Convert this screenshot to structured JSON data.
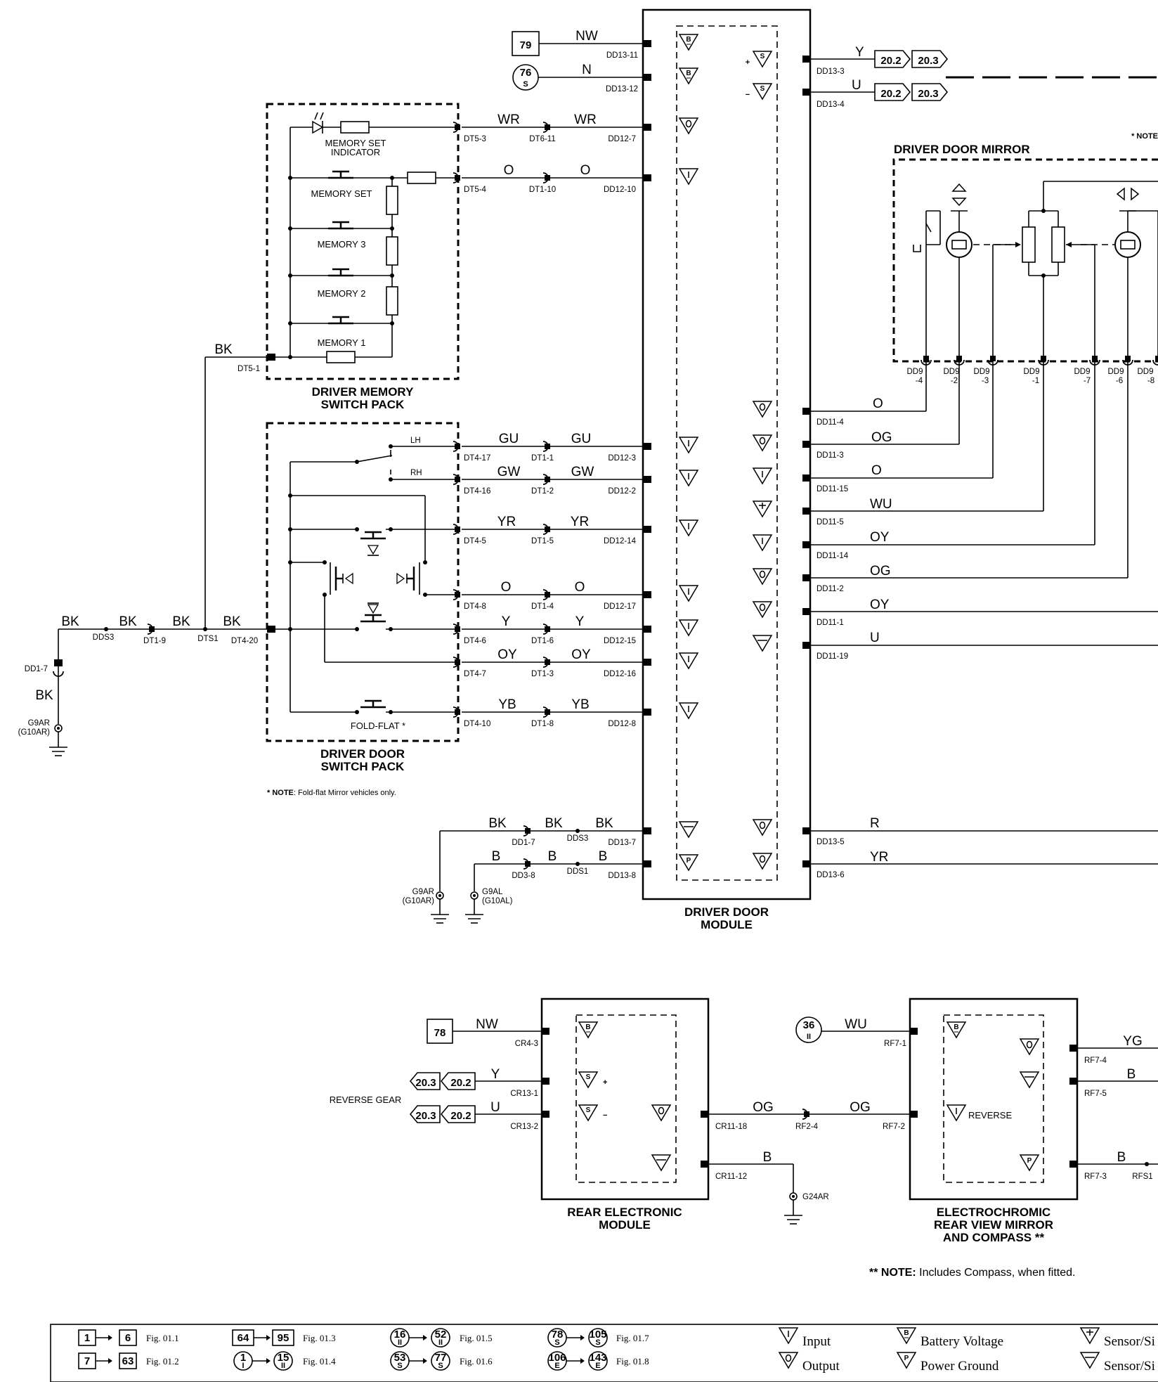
{
  "module_labels": {
    "ddm": [
      "DRIVER DOOR",
      "MODULE"
    ],
    "mem_pack": [
      "DRIVER MEMORY",
      "SWITCH PACK"
    ],
    "door_pack": [
      "DRIVER DOOR",
      "SWITCH PACK"
    ],
    "mirror": "DRIVER DOOR MIRROR",
    "rem": [
      "REAR ELECTRONIC",
      "MODULE"
    ],
    "rvm": [
      "ELECTROCHROMIC",
      "REAR VIEW MIRROR",
      "AND COMPASS **"
    ]
  },
  "mem_switch": {
    "indicator": [
      "MEMORY SET",
      "INDICATOR"
    ],
    "set": "MEMORY SET",
    "m3": "MEMORY 3",
    "m2": "MEMORY 2",
    "m1": "MEMORY 1"
  },
  "door_switch": {
    "lh": "LH",
    "rh": "RH",
    "fold": "FOLD-FLAT *"
  },
  "notes": {
    "fold_note_bold": "* NOTE",
    "fold_note_rest": ": Fold-flat Mirror vehicles only.",
    "compass_note_bold": "** NOTE:",
    "compass_note_rest": " Includes Compass, when fitted.",
    "top_right_note": "* NOTE",
    "reverse_gear": "REVERSE GEAR",
    "reverse": "REVERSE"
  },
  "refs": {
    "r79": "79",
    "r76": "76",
    "r76s": "S",
    "r78": "78",
    "r36": "36",
    "r36s": "II",
    "r202": "20.2",
    "r203": "20.3"
  },
  "ddm_left_wires": [
    {
      "id": "nw",
      "wire": "NW",
      "pin": "DD13-11"
    },
    {
      "id": "n",
      "wire": "N",
      "pin": "DD13-12"
    },
    {
      "id": "wr",
      "wire_a": "WR",
      "wire_b": "WR",
      "pin_a": "DT5-3",
      "pin_b": "DT6-11",
      "pin": "DD12-7"
    },
    {
      "id": "o1",
      "wire_a": "O",
      "wire_b": "O",
      "pin_a": "DT5-4",
      "pin_b": "DT1-10",
      "pin": "DD12-10"
    },
    {
      "id": "gu",
      "wire_a": "GU",
      "wire_b": "GU",
      "pin_a": "DT4-17",
      "pin_b": "DT1-1",
      "pin": "DD12-3"
    },
    {
      "id": "gw",
      "wire_a": "GW",
      "wire_b": "GW",
      "pin_a": "DT4-16",
      "pin_b": "DT1-2",
      "pin": "DD12-2"
    },
    {
      "id": "yr",
      "wire_a": "YR",
      "wire_b": "YR",
      "pin_a": "DT4-5",
      "pin_b": "DT1-5",
      "pin": "DD12-14"
    },
    {
      "id": "o2",
      "wire_a": "O",
      "wire_b": "O",
      "pin_a": "DT4-8",
      "pin_b": "DT1-4",
      "pin": "DD12-17"
    },
    {
      "id": "y",
      "wire_a": "Y",
      "wire_b": "Y",
      "pin_a": "DT4-6",
      "pin_b": "DT1-6",
      "pin": "DD12-15"
    },
    {
      "id": "oy",
      "wire_a": "OY",
      "wire_b": "OY",
      "pin_a": "DT4-7",
      "pin_b": "DT1-3",
      "pin": "DD12-16"
    },
    {
      "id": "yb",
      "wire_a": "YB",
      "wire_b": "YB",
      "pin_a": "DT4-10",
      "pin_b": "DT1-8",
      "pin": "DD12-8"
    }
  ],
  "ground_left": {
    "bk": "BK",
    "dds3": "DDS3",
    "dt19": "DT1-9",
    "dts1": "DTS1",
    "dt420": "DT4-20",
    "dt51": "DT5-1",
    "dd17": "DD1-7",
    "g9ar": "G9AR",
    "g10ar": "(G10AR)"
  },
  "ddm_bottom": {
    "bk": "BK",
    "b": "B",
    "dd17": "DD1-7",
    "dds3": "DDS3",
    "dd137": "DD13-7",
    "dd38": "DD3-8",
    "dds1": "DDS1",
    "dd138": "DD13-8",
    "g9ar": "G9AR",
    "g10ar": "(G10AR)",
    "g9al": "G9AL",
    "g10al": "(G10AL)"
  },
  "ddm_right_top": [
    {
      "wire": "Y",
      "pin": "DD13-3"
    },
    {
      "wire": "U",
      "pin": "DD13-4"
    }
  ],
  "ddm_right": [
    {
      "wire": "O",
      "pin": "DD11-4"
    },
    {
      "wire": "OG",
      "pin": "DD11-3"
    },
    {
      "wire": "O",
      "pin": "DD11-15"
    },
    {
      "wire": "WU",
      "pin": "DD11-5"
    },
    {
      "wire": "OY",
      "pin": "DD11-14"
    },
    {
      "wire": "OG",
      "pin": "DD11-2"
    },
    {
      "wire": "OY",
      "pin": "DD11-1"
    },
    {
      "wire": "U",
      "pin": "DD11-19"
    },
    {
      "wire": "R",
      "pin": "DD13-5"
    },
    {
      "wire": "YR",
      "pin": "DD13-6"
    }
  ],
  "mirror_pins": [
    {
      "a": "DD9",
      "b": "-4"
    },
    {
      "a": "DD9",
      "b": "-2"
    },
    {
      "a": "DD9",
      "b": "-3"
    },
    {
      "a": "DD9",
      "b": "-1"
    },
    {
      "a": "DD9",
      "b": "-7"
    },
    {
      "a": "DD9",
      "b": "-6"
    },
    {
      "a": "DD9",
      "b": "-8"
    }
  ],
  "rem": {
    "nw": "NW",
    "cr43": "CR4-3",
    "y": "Y",
    "cr131": "CR13-1",
    "u": "U",
    "cr132": "CR13-2",
    "og": "OG",
    "cr1118": "CR11-18",
    "rf24": "RF2-4",
    "og2": "OG",
    "rf72": "RF7-2",
    "b": "B",
    "cr1112": "CR11-12",
    "g24ar": "G24AR"
  },
  "rvm": {
    "wu": "WU",
    "rf71": "RF7-1",
    "yg": "YG",
    "rf74": "RF7-4",
    "b1": "B",
    "rf75": "RF7-5",
    "b2": "B",
    "rf73": "RF7-3",
    "rfs1": "RFS1"
  },
  "legend": {
    "figs": [
      {
        "from": "1",
        "to": "6",
        "fig": "Fig. 01.1"
      },
      {
        "from": "7",
        "to": "63",
        "fig": "Fig. 01.2"
      },
      {
        "from": "64",
        "to": "95",
        "fig": "Fig. 01.3"
      },
      {
        "from": "1",
        "fs": "I",
        "to": "15",
        "ts": "II",
        "fig": "Fig. 01.4"
      },
      {
        "from": "16",
        "fs": "II",
        "to": "52",
        "ts": "II",
        "fig": "Fig. 01.5"
      },
      {
        "from": "53",
        "fs": "S",
        "to": "77",
        "ts": "S",
        "fig": "Fig. 01.6"
      },
      {
        "from": "78",
        "fs": "S",
        "to": "105",
        "ts": "S",
        "fig": "Fig. 01.7"
      },
      {
        "from": "106",
        "fs": "E",
        "to": "143",
        "ts": "E",
        "fig": "Fig. 01.8"
      }
    ],
    "input": "Input",
    "output": "Output",
    "battery": "Battery Voltage",
    "power_ground": "Power Ground",
    "sensor_pos": "Sensor/Si",
    "sensor_neg": "Sensor/Si"
  },
  "triangle_letters": {
    "I": "I",
    "O": "O",
    "B": "B",
    "P": "P",
    "S": "S",
    "plus": "+",
    "minus": "−"
  }
}
